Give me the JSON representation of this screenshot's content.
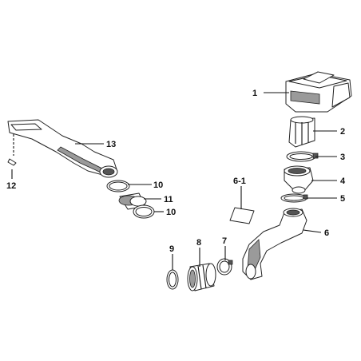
{
  "diagram": {
    "parts": [
      {
        "id": "p1",
        "label": "1",
        "name": "airbox-housing"
      },
      {
        "id": "p2",
        "label": "2",
        "name": "air-filter-element"
      },
      {
        "id": "p3",
        "label": "3",
        "name": "hose-clamp-upper"
      },
      {
        "id": "p4",
        "label": "4",
        "name": "filter-adapter"
      },
      {
        "id": "p5",
        "label": "5",
        "name": "hose-clamp-lower"
      },
      {
        "id": "p6",
        "label": "6",
        "name": "intake-duct-elbow"
      },
      {
        "id": "p61",
        "label": "6-1",
        "name": "duct-foam-pad"
      },
      {
        "id": "p7",
        "label": "7",
        "name": "hose-clamp-small"
      },
      {
        "id": "p8",
        "label": "8",
        "name": "air-intake-coupler"
      },
      {
        "id": "p9",
        "label": "9",
        "name": "ring-clamp"
      },
      {
        "id": "p10a",
        "label": "10",
        "name": "clamp-ring-upper"
      },
      {
        "id": "p11",
        "label": "11",
        "name": "rubber-coupler"
      },
      {
        "id": "p10b",
        "label": "10",
        "name": "clamp-ring-lower"
      },
      {
        "id": "p12",
        "label": "12",
        "name": "retaining-pin"
      },
      {
        "id": "p13",
        "label": "13",
        "name": "snorkel-intake-tube"
      }
    ]
  }
}
